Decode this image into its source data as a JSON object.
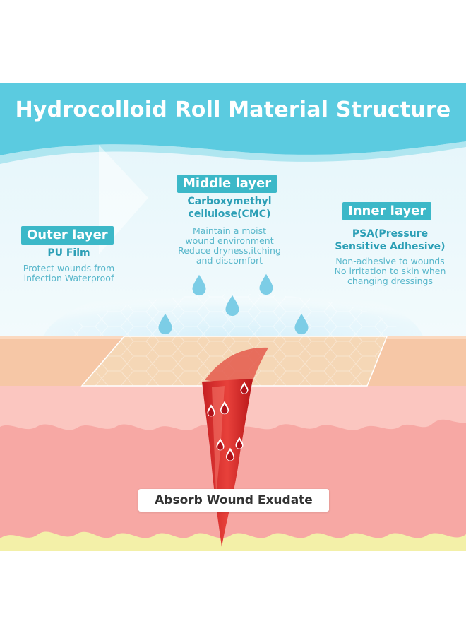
{
  "title": "Hydrocolloid Roll Material Structure",
  "layers": {
    "middle": {
      "label": "Middle layer",
      "material_line1": "Carboxymethyl",
      "material_line2": "cellulose(CMC)",
      "desc_line1": "Maintain a moist",
      "desc_line2": "wound environment",
      "desc_line3": "Reduce dryness,itching",
      "desc_line4": "and discomfort"
    },
    "outer": {
      "label": "Outer layer",
      "material": "PU Film",
      "desc_line1": "Protect wounds from",
      "desc_line2": "infection Waterproof"
    },
    "inner": {
      "label": "Inner layer",
      "material_line1": "PSA(Pressure",
      "material_line2": "Sensitive Adhesive)",
      "desc_line1": "Non-adhesive to wounds",
      "desc_line2": "No irritation to skin when",
      "desc_line3": "changing dressings"
    }
  },
  "callout": "Absorb Wound Exudate",
  "colors": {
    "header": "#5bcbe0",
    "badge": "#3cb8c8",
    "skin_top": "#f6c7a6",
    "dermis": "#f7a8a4",
    "fat": "#f3f0a8",
    "wound": "#d42a2a",
    "drop": "#7ccde6"
  },
  "icons": [
    "water-drop-icon",
    "blood-drop-icon"
  ]
}
